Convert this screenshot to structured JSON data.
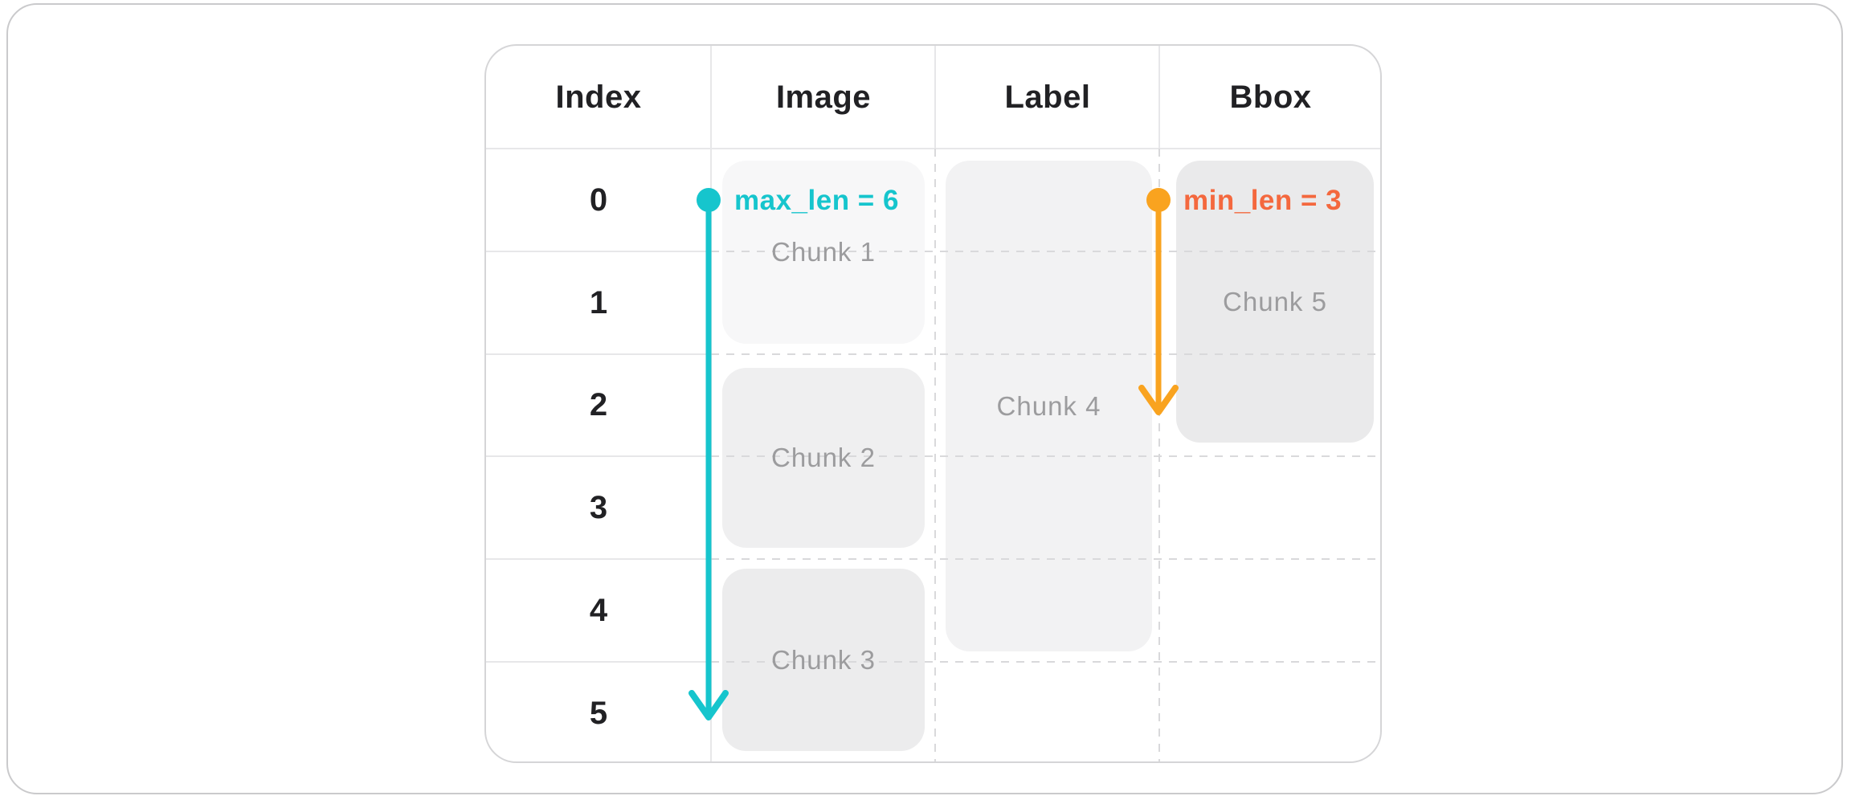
{
  "table": {
    "headers": [
      "Index",
      "Image",
      "Label",
      "Bbox"
    ],
    "index_values": [
      "0",
      "1",
      "2",
      "3",
      "4",
      "5"
    ]
  },
  "chunks": [
    {
      "label": "Chunk 1"
    },
    {
      "label": "Chunk 2"
    },
    {
      "label": "Chunk 3"
    },
    {
      "label": "Chunk 4"
    },
    {
      "label": "Chunk 5"
    }
  ],
  "annotations": {
    "max_label": "max_len = 6",
    "min_label": "min_len = 3"
  },
  "colors": {
    "max_accent": "#16c5cd",
    "min_arrow": "#f9a31f",
    "min_text": "#f4683e",
    "chunk_text": "#9c9c9e",
    "header_text": "#212124",
    "grid_solid": "#e7e7e9",
    "grid_dashed": "#d9d9db"
  }
}
